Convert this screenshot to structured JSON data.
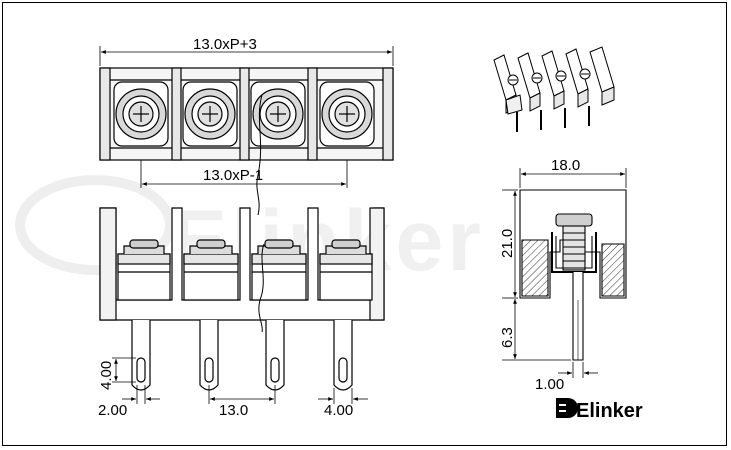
{
  "drawing": {
    "top_view": {
      "overall_width_label": "13.0xP+3",
      "inner_span_label": "13.0xP-1",
      "poles": 4
    },
    "front_view": {
      "pin_slot_height_label": "4.00",
      "pin_slot_width_label": "2.00",
      "pin_pitch_label": "13.0",
      "pin_width_label": "4.00"
    },
    "side_view": {
      "depth_label": "18.0",
      "height_label": "21.0",
      "pin_length_label": "6.3",
      "pin_thickness_label": "1.00"
    }
  },
  "watermark": {
    "text": "Elinker"
  },
  "logo": {
    "text": "Elinker"
  }
}
